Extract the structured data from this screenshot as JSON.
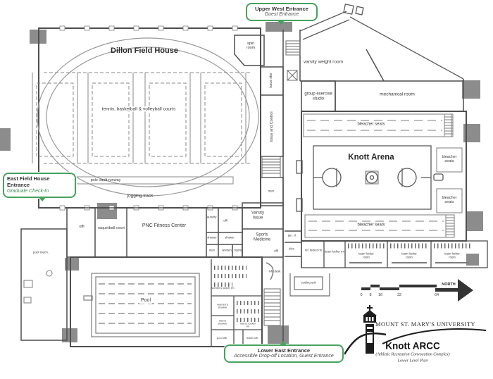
{
  "callouts": {
    "upper_west": {
      "title": "Upper West Entrance",
      "subtitle": "Guest Entrance"
    },
    "east_field_house": {
      "title_line1": "East Field House",
      "title_line2": "Entrance",
      "subtitle": "Graduate Check-In"
    },
    "lower_east": {
      "title": "Lower East Entrance",
      "subtitle": "Accessible Drop-off Location, Guest Entrance"
    }
  },
  "field_house": {
    "title": "Dillon Field House",
    "courts_label": "tennis, basketball & volleyball courts",
    "pole_vault_label": "pole vault runway",
    "jogging_track_label": "jogging track"
  },
  "corridor": {
    "issue_stor": "issue stor",
    "issue_and_control": "Issue and Control",
    "jan_closet": "jan. cl.",
    "elevator": "elev",
    "men": "men"
  },
  "upper_level_rooms": {
    "spin_room": "spin room",
    "varsity_weight_room": "varsity weight room",
    "group_exercise_studio": "group exercise studio",
    "mechanical_room": "mechanical room"
  },
  "arena": {
    "title": "Knott Arena",
    "bleacher_seats_top": "bleacher seats",
    "bleacher_seats_right_upper": "bleacher seats",
    "bleacher_seats_right_lower": "bleacher seats",
    "bleacher_seats_bottom": "bleacher seats"
  },
  "locker_rooms": {
    "ref_locker_rm": "ref. locker rm",
    "team_locker_rm": "team locker rm",
    "team_locker_room_1": "team locker room",
    "team_locker_room_2": "team locker room",
    "team_locker_room_3": "team locker room"
  },
  "west_rooms": {
    "office_1": "offi",
    "racquetball_court": "raquetball court",
    "pnc_fitness_center": "PNC Fitness Center",
    "laundry": "laundry",
    "office_2": "offi",
    "shower_1": "shower",
    "shower_2": "shower",
    "men": "men",
    "women": "women",
    "hydro": "hydro",
    "varsity_issue": "Varsity Issue",
    "sports_medicine": "Sports Medicine",
    "office_3": "offi"
  },
  "pool_area": {
    "pool": "Pool",
    "pool_mech": "pool mech.",
    "womens_locker_rm": "women's locker rm",
    "womens_shower": "women's shower",
    "mens_shower": "men's shower",
    "pool_office": "pool offi",
    "mens_locker_rm": "men's locker rm",
    "ticket_office": "ticket offi",
    "info_desk": "info desk",
    "cooling_unit": "cooling unit"
  },
  "scale_bar": {
    "ticks": [
      "0",
      "8",
      "16",
      "32",
      "64"
    ],
    "north_label": "NORTH"
  },
  "branding": {
    "university": "MOUNT ST. MARY'S UNIVERSITY",
    "building": "Knott ARCC",
    "building_subtitle": "(Athletic Recreation Convocation Complex)",
    "plan_title": "Lower Level Plan"
  },
  "colors": {
    "callout_green": "#46a25e",
    "entrance_gray": "#8c8c8c",
    "line_dark": "#4a4a4a"
  }
}
